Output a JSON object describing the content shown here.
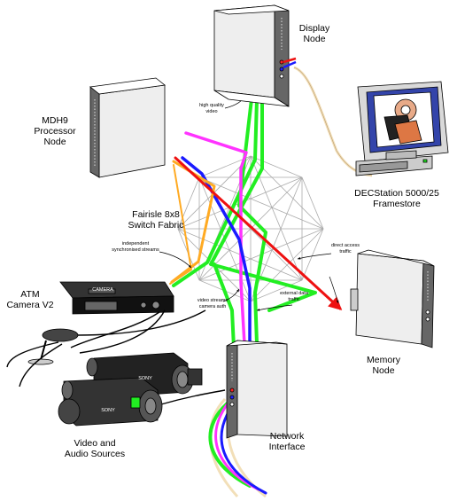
{
  "nodes": {
    "display": "Display\nNode",
    "processor": "MDH9\nProcessor\nNode",
    "switch_fabric": "Fairisle 8x8\nSwitch Fabric",
    "workstation": "DECStation 5000/25\nFramestore",
    "camera": "ATM\nCamera V2",
    "memory": "Memory\nNode",
    "network": "Network\nInterface",
    "sources": "Video and\nAudio Sources"
  },
  "annotations": {
    "display_traffic": "high quality\nvideo",
    "sync_streams": "independent\nsynchronised streams",
    "direct_traffic": "direct access\ntraffic",
    "camera_streams": "video streams\ncamera auth",
    "network_traffic": "external data\ntraffic"
  },
  "device_text": {
    "camera_brand": "CAMERA",
    "camcorder_brand_1": "SONY",
    "camcorder_brand_2": "SONY"
  },
  "colors": {
    "green": "#22ee22",
    "magenta": "#ff33ff",
    "blue": "#1a1aff",
    "orange": "#ffaa22",
    "red": "#ee1111",
    "beige": "#f2dfb8",
    "mesh": "#aaaaaa"
  }
}
